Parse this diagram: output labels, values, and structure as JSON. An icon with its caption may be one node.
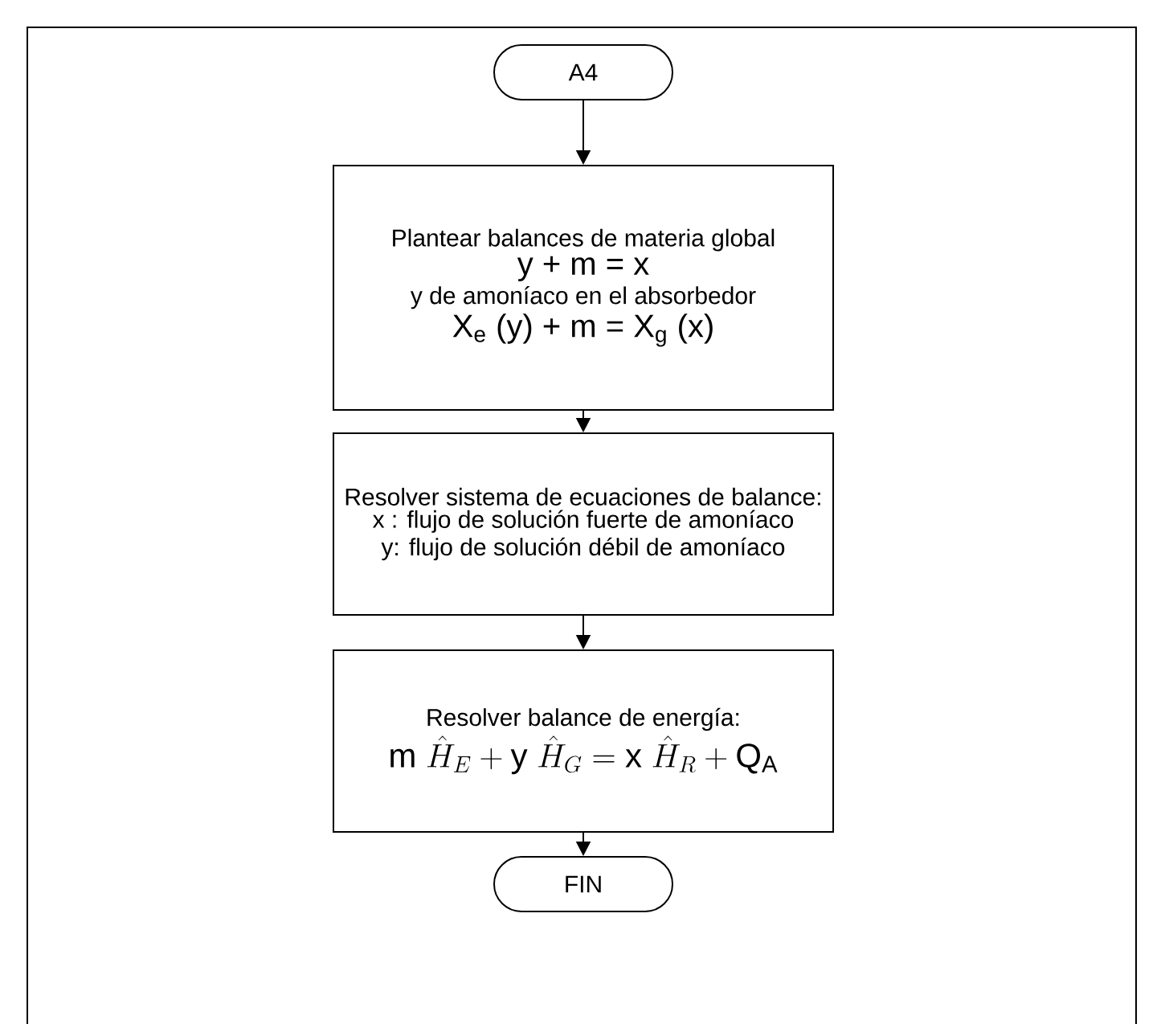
{
  "diagram": {
    "nodes": [
      {
        "text": [
          "A4"
        ]
      },
      {
        "text": [
          "Plantear balances de materia global",
          "y  + m = x",
          "y de amoníaco en el absorbedor",
          "X$_{e}$ (y) + m =  X$_{g}$ (x)"
        ]
      },
      {
        "text": [
          "Resolver sistema de ecuaciones de balance:",
          "x : flujo de solución fuerte de amoníaco",
          "y: flujo de solución débil de amoníaco"
        ]
      },
      {
        "text": [
          "Resolver balance de energía:",
          "\\mathrm{m}\\ \\hat{H}_{E} + \\mathrm{y}\\ \\hat{H}_{G} = \\mathrm{x}\\ \\hat{H}_{R} + \\mathrm{Q}_{\\mathrm{A}}"
        ]
      },
      {
        "text": [
          "FIN"
        ]
      }
    ],
    "edges": [
      {
        "from": 0,
        "to": 1,
        "arrow": "to"
      },
      {
        "from": 1,
        "to": 2,
        "arrow": "to"
      },
      {
        "from": 2,
        "to": 3,
        "arrow": "to"
      },
      {
        "from": 3,
        "to": 4,
        "arrow": "to"
      }
    ]
  }
}
